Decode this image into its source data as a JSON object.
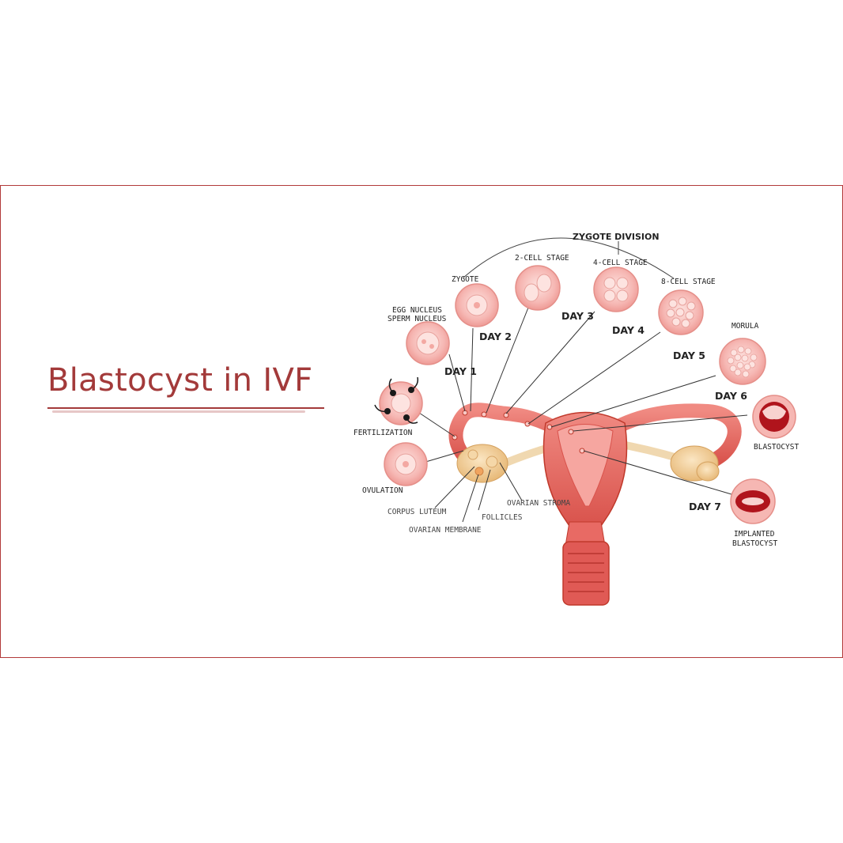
{
  "title": "Blastocyst in IVF",
  "diagram": {
    "header": "ZYGOTE DIVISION",
    "stages": {
      "egg_nucleus": "EGG NUCLEUS",
      "sperm_nucleus": "SPERM NUCLEUS",
      "zygote": "ZYGOTE",
      "two_cell": "2-CELL STAGE",
      "four_cell": "4-CELL STAGE",
      "eight_cell": "8-CELL STAGE",
      "morula": "MORULA",
      "blastocyst": "BLASTOCYST",
      "implanted_1": "IMPLANTED",
      "implanted_2": "BLASTOCYST",
      "fertilization": "FERTILIZATION",
      "ovulation": "OVULATION"
    },
    "days": {
      "d1": "DAY 1",
      "d2": "DAY 2",
      "d3": "DAY 3",
      "d4": "DAY 4",
      "d5": "DAY 5",
      "d6": "DAY 6",
      "d7": "DAY 7"
    },
    "anatomy": {
      "corpus_luteum": "CORPUS LUTEUM",
      "ovarian_membrane": "OVARIAN MEMBRANE",
      "follicles": "FOLLICLES",
      "ovarian_stroma": "OVARIAN STROMA"
    },
    "colors": {
      "title": "#a33a3a",
      "border": "#b23a3a",
      "cell_fill": "#f6b7b3",
      "cell_inner": "#fde3e0",
      "tissue": "#e86a64",
      "tissue_dark": "#c0392b",
      "ovary": "#f2cf97",
      "blastocyst": "#b0141c"
    }
  }
}
